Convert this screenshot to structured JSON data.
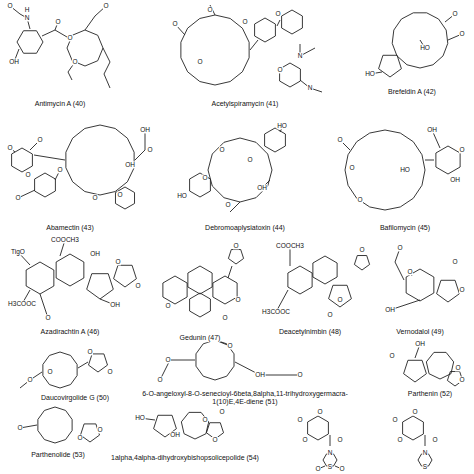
{
  "diagram": {
    "labels": [
      "O",
      "H",
      "N",
      "OH",
      "O",
      "O",
      "O",
      "O",
      "Antimycin A (40)",
      "O",
      "O",
      "O",
      "O",
      "N",
      "O",
      "O",
      "N",
      "Acetylspiramycin (41)",
      "O",
      "O",
      "HO",
      "HO",
      "Brefeldin A (42)",
      "O",
      "O",
      "O",
      "O",
      "O",
      "OH",
      "O",
      "O",
      "O",
      "OH",
      "Abamectin (43)",
      "HO",
      "O",
      "O",
      "O",
      "HO",
      "O",
      "OH",
      "Debromoaplysiatoxin (44)",
      "O",
      "O",
      "OH",
      "O",
      "OH",
      "HO",
      "O",
      "Bafilomycin (45)",
      "TigO",
      "COOCH3",
      "OH",
      "O",
      "O",
      "H3COOC",
      "O",
      "OH",
      "Azadirachtin A (46)",
      "O",
      "O",
      "O",
      "O",
      "Gedunin (47)",
      "COOCH3",
      "O",
      "H3COOC",
      "O",
      "O",
      "Deacetylnimbin (48)",
      "O",
      "O",
      "O",
      "O",
      "OH",
      "Vernodalol (49)",
      "O",
      "O",
      "O",
      "O",
      "Daucovirgolide G (50)",
      "O",
      "O",
      "O",
      "OH",
      "O",
      "6-O-angeloxyl-8-O-senecioyl-6beta,8alpha,11-trihydroxygermacra-1(10)E,4E-diene (51)",
      "OH",
      "O",
      "O",
      "O",
      "Parthenin (52)",
      "O",
      "O",
      "O",
      "Parthenolide (53)",
      "HO",
      "OH",
      "O",
      "O",
      "O",
      "1alpha,4alpha-dihydroxybishopsolicepolide (54)",
      "O",
      "O",
      "O",
      "O",
      "N",
      "S",
      "O",
      "O",
      "O",
      "O",
      "O",
      "O",
      "N",
      "S"
    ]
  }
}
